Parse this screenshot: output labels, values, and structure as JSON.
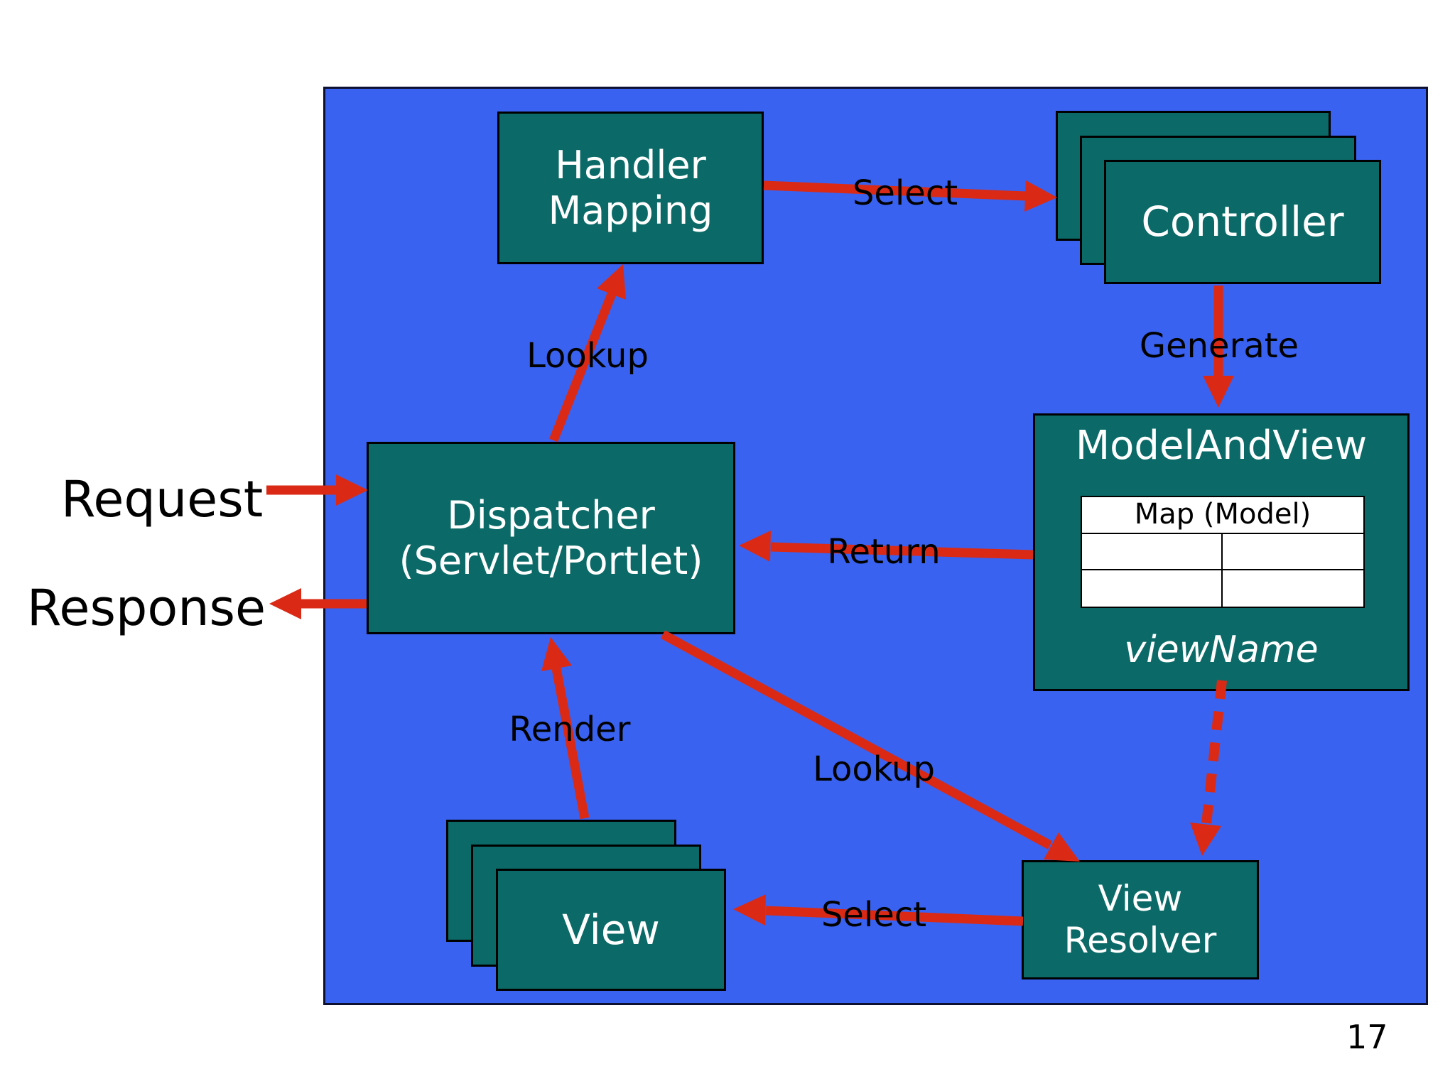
{
  "slide": {
    "page_number": "17"
  },
  "colors": {
    "background": "#ffffff",
    "panel_blue": "#3a62f0",
    "node_teal": "#0b6a67",
    "arrow_red": "#da2a15",
    "node_text": "#ffffff",
    "label_text": "#000000"
  },
  "nodes": {
    "handler_mapping": {
      "line1": "Handler",
      "line2": "Mapping"
    },
    "controller": {
      "label": "Controller"
    },
    "model_and_view": {
      "title": "ModelAndView",
      "table_header": "Map (Model)",
      "view_name": "viewName"
    },
    "dispatcher": {
      "line1": "Dispatcher",
      "line2": "(Servlet/Portlet)"
    },
    "view": {
      "label": "View"
    },
    "view_resolver": {
      "line1": "View",
      "line2": "Resolver"
    }
  },
  "labels": {
    "request": "Request",
    "response": "Response",
    "lookup_handler": "Lookup",
    "select_controller": "Select",
    "generate": "Generate",
    "return_mav": "Return",
    "render": "Render",
    "lookup_view_resolver": "Lookup",
    "select_view": "Select"
  }
}
